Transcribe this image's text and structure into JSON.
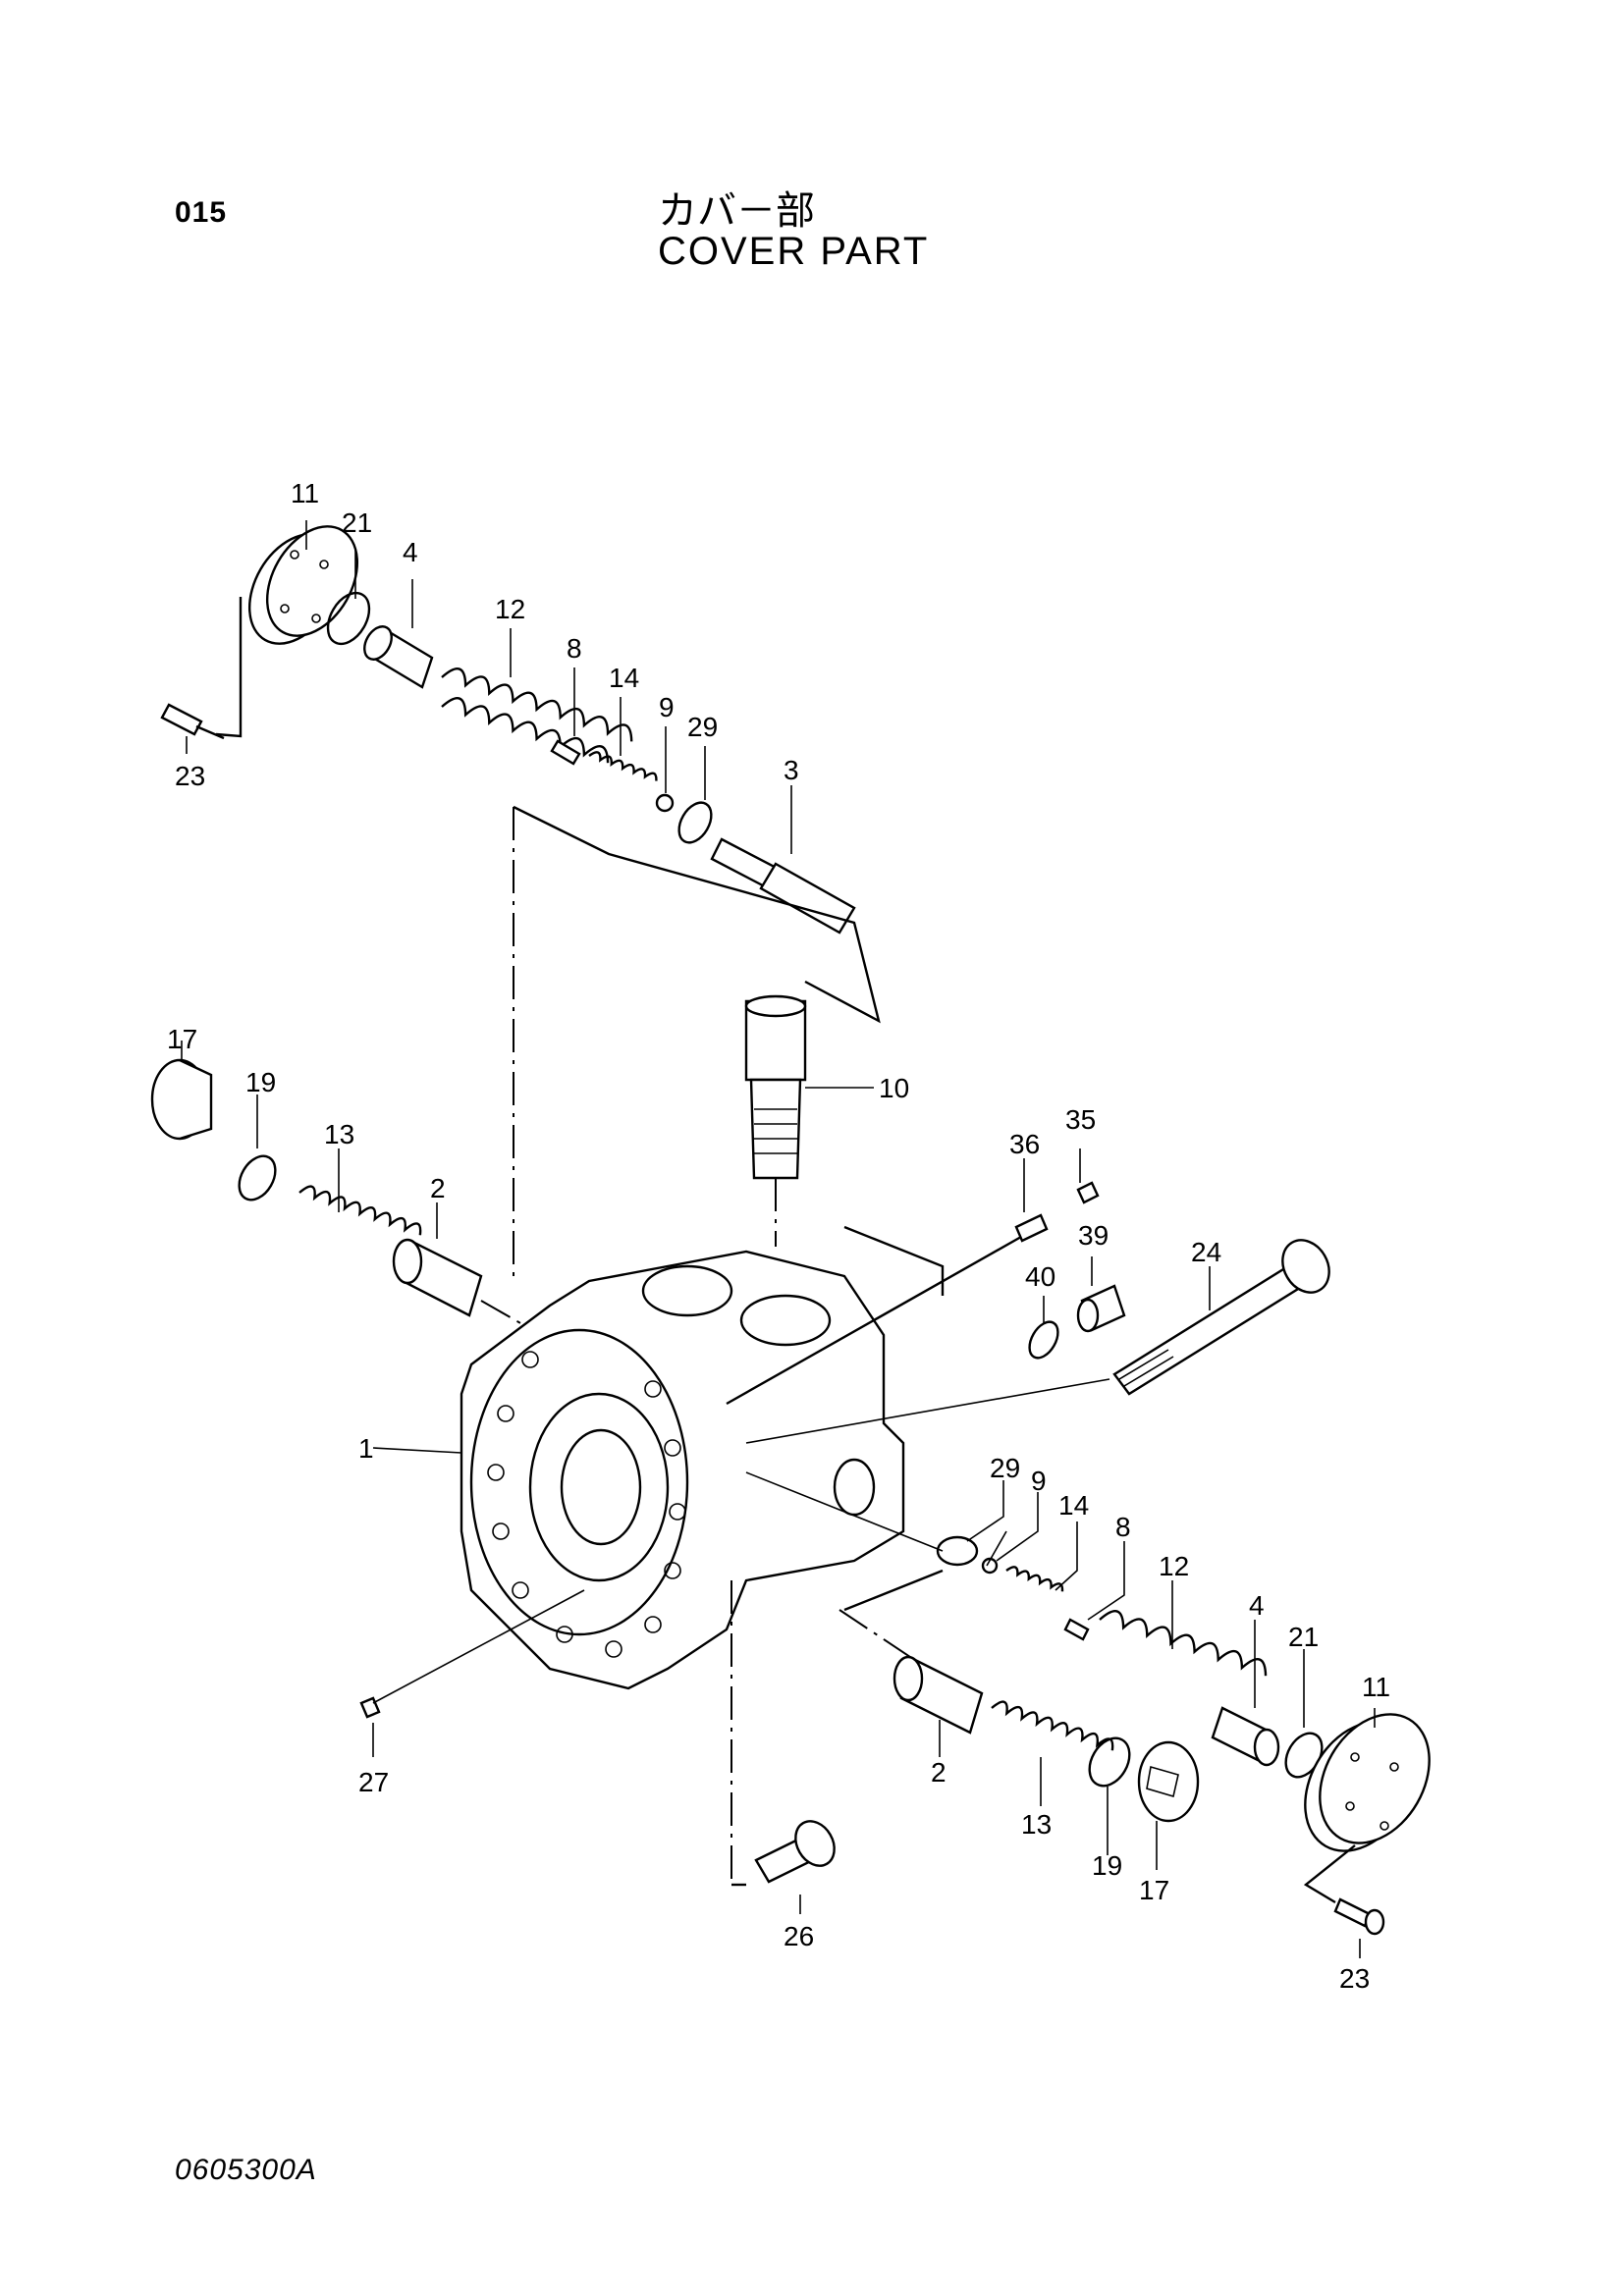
{
  "page_number": "015",
  "title_ja": "カバ－部",
  "title_en": "COVER PART",
  "drawing_code": "0605300A",
  "callouts": {
    "c1": "1",
    "c2a": "2",
    "c2b": "2",
    "c3": "3",
    "c4a": "4",
    "c4b": "4",
    "c8a": "8",
    "c8b": "8",
    "c9a": "9",
    "c9b": "9",
    "c10": "10",
    "c11a": "11",
    "c11b": "11",
    "c12a": "12",
    "c12b": "12",
    "c13a": "13",
    "c13b": "13",
    "c14a": "14",
    "c14b": "14",
    "c17a": "17",
    "c17b": "17",
    "c19a": "19",
    "c19b": "19",
    "c21a": "21",
    "c21b": "21",
    "c23a": "23",
    "c23b": "23",
    "c24": "24",
    "c26": "26",
    "c27": "27",
    "c29a": "29",
    "c29b": "29",
    "c35": "35",
    "c36": "36",
    "c39": "39",
    "c40": "40"
  }
}
